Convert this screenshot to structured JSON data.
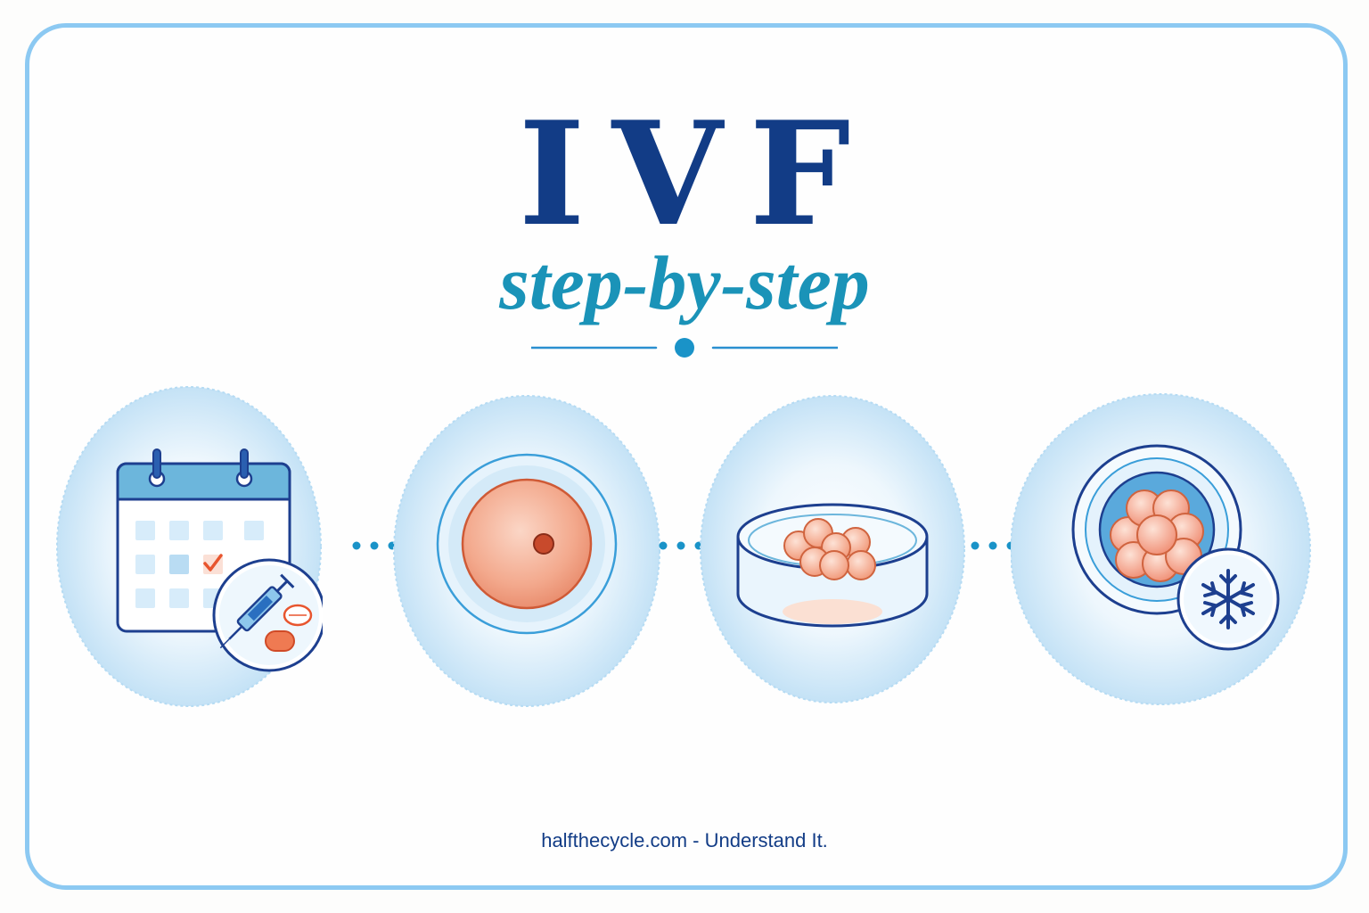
{
  "title": "IVF",
  "subtitle": "step-by-step",
  "footer": "halfthecycle.com - Understand It.",
  "colors": {
    "frame": "#8cc9f2",
    "title": "#123c86",
    "subtitle": "#1a93b8",
    "bubble": "#cfe7f8",
    "outline": "#1d3f8f",
    "cell": "#f2a487",
    "accent": "#e8552e"
  },
  "steps": [
    {
      "icon": "calendar-medication-icon"
    },
    {
      "icon": "egg-cell-icon"
    },
    {
      "icon": "petri-dish-embryos-icon"
    },
    {
      "icon": "frozen-embryo-icon"
    }
  ]
}
